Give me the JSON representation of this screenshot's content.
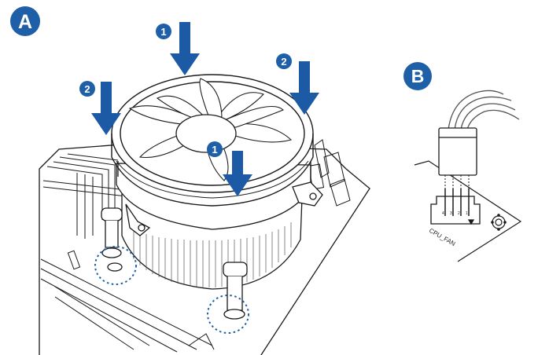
{
  "panels": {
    "a": {
      "label": "A"
    },
    "b": {
      "label": "B"
    }
  },
  "steps": {
    "push_center": "1",
    "push_front": "1",
    "push_left": "2",
    "push_right": "2"
  },
  "connector": {
    "label": "CPU_FAN",
    "pin_numbers": [
      "4",
      "3",
      "2",
      "1"
    ]
  },
  "colors": {
    "accent_blue": "#1f5fa8",
    "arrow_blue": "#1c5aa5",
    "line": "#1a1a1a",
    "dotted_circle": "#1f5fa8"
  }
}
